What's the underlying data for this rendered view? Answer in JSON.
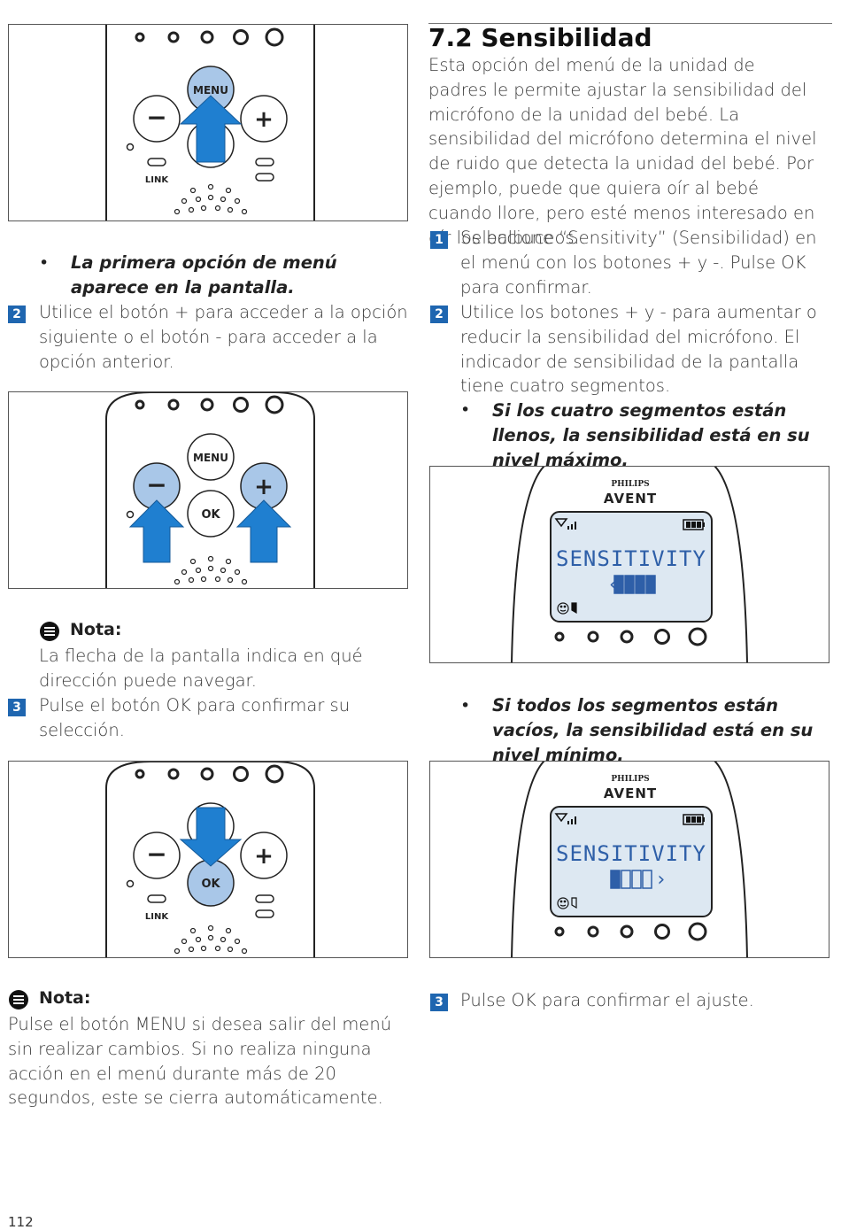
{
  "colors": {
    "accent": "#1f66b0",
    "button_highlight": "#a9c7e8",
    "screen_bg": "#dde8f2",
    "screen_text": "#2e5fa8"
  },
  "left": {
    "fig1": {
      "labels": {
        "menu": "MENU",
        "minus": "−",
        "plus": "+",
        "link": "LINK"
      },
      "highlight": "menu",
      "arrow": "up"
    },
    "bullet1": "La primera opción de menú aparece en la pantalla.",
    "step2": {
      "num": "2",
      "text": "Utilice el botón + para acceder a la opción siguiente o el botón - para acceder a la opción anterior."
    },
    "fig2": {
      "labels": {
        "menu": "MENU",
        "minus": "−",
        "plus": "+",
        "ok": "OK"
      },
      "highlight": "plus-minus",
      "arrow": "up"
    },
    "nota1": {
      "label": "Nota:",
      "text": "La flecha de la pantalla indica en qué dirección puede navegar."
    },
    "step3": {
      "num": "3",
      "text": "Pulse el botón OK para confirmar su selección."
    },
    "fig3": {
      "labels": {
        "ok": "OK",
        "minus": "−",
        "plus": "+",
        "link": "LINK"
      },
      "highlight": "ok",
      "arrow": "down"
    },
    "nota2": {
      "label": "Nota:",
      "text": "Pulse el botón MENU si desea salir del menú sin realizar cambios. Si no realiza ninguna acción en el menú durante más de 20 segundos, este se cierra automáticamente."
    }
  },
  "right": {
    "title": "7.2 Sensibilidad",
    "intro": "Esta opción del menú de la unidad de padres le permite ajustar la sensibilidad del micrófono de la unidad del bebé. La sensibilidad del micrófono determina el nivel de ruido que detecta la unidad del bebé. Por ejemplo, puede que quiera oír al bebé cuando llore, pero esté menos interesado en oír los balbuceos.",
    "step1": {
      "num": "1",
      "text": "Seleccione “Sensitivity” (Sensibilidad) en el menú con los botones + y -. Pulse OK para confirmar."
    },
    "step2": {
      "num": "2",
      "text": "Utilice los botones + y - para aumentar o reducir la sensibilidad del micrófono. El indicador de sensibilidad de la pantalla tiene cuatro segmentos."
    },
    "bullet1": "Si los cuatro segmentos están llenos, la sensibilidad está en su nivel máximo.",
    "screen1": {
      "brand": "PHILIPS",
      "logo": "AVENT",
      "text": "SENSITIVITY",
      "segments_filled": 4,
      "segments_total": 4
    },
    "bullet2": "Si todos los segmentos están vacíos, la sensibilidad está en su nivel mínimo.",
    "screen2": {
      "brand": "PHILIPS",
      "logo": "AVENT",
      "text": "SENSITIVITY",
      "segments_filled": 1,
      "segments_total": 4
    },
    "step3": {
      "num": "3",
      "text": "Pulse OK para confirmar el ajuste."
    }
  },
  "page_number": "112"
}
